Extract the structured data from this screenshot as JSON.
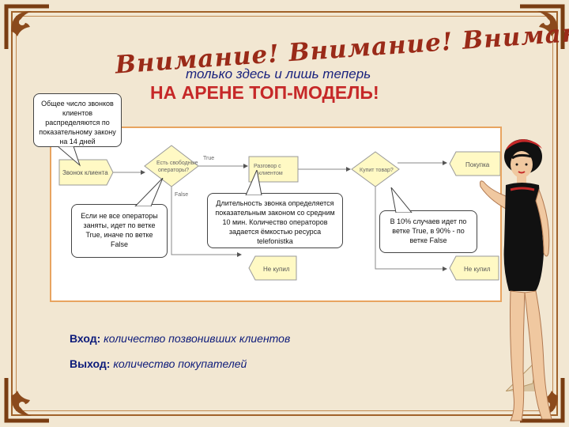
{
  "banner_text": "Внимание! Внимание! Внимание!",
  "subtitle": "только здесь и лишь теперь",
  "title": "НА АРЕНЕ ТОП-МОДЕЛЬ!",
  "callouts": {
    "calls": "Общее число звонков клиентов распределяются по показательному закону на 14 дней",
    "operators": "Если не все операторы заняты, идет по ветке True, иначе по ветке False",
    "duration": "Длительность звонка определяется показательным законом со средним 10 мин. Количество операторов задается ёмкостью ресурса telefonistka",
    "decide": "В 10% случаев идет по ветке True, в 90% - по ветке False"
  },
  "diagram": {
    "nodes": {
      "create": "Звонок клиента",
      "decide1": "Есть свободные операторы?",
      "process": "Разговор с клиентом",
      "decide2": "Купит товар?",
      "dispose_buy": "Покупка",
      "dispose_no": "Не купил"
    },
    "branch_labels": {
      "true": "True",
      "false": "False"
    }
  },
  "io": {
    "input_label": "Вход:",
    "input_text": "количество позвонивших клиентов",
    "output_label": "Выход:",
    "output_text": "количество покупателей"
  },
  "colors": {
    "background": "#f2e7d2",
    "frame": "#a0622a",
    "title": "#c62828",
    "banner": "#9a2a18",
    "text_blue": "#1a237e",
    "node_fill": "#fff9c4"
  }
}
